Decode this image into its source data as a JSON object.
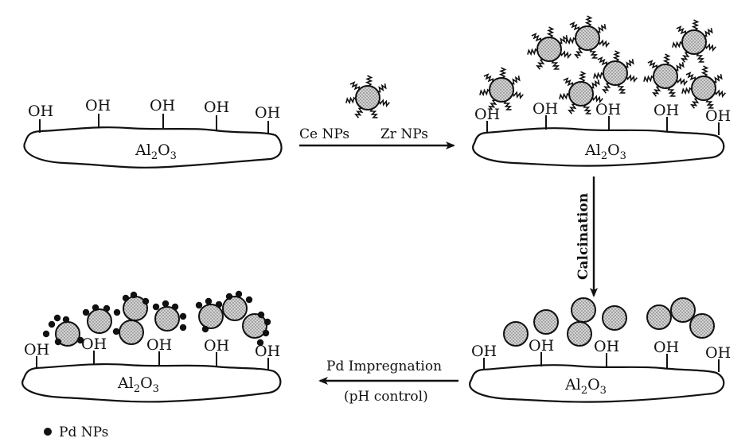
{
  "support": {
    "oh": "OH",
    "al": "Al",
    "al_sub": "2",
    "o": "O",
    "o_sub": "3"
  },
  "step1": {
    "left_label": "Ce NPs",
    "right_label": "Zr NPs"
  },
  "step2": {
    "label": "Calcination"
  },
  "step3": {
    "label_top": "Pd Impregnation",
    "label_bottom": "(pH control)"
  },
  "legend": {
    "pd": "Pd NPs"
  },
  "colors": {
    "line": "#111111",
    "particle_fill": "#cfcfcf",
    "pd_dot": "#111111",
    "background": "#ffffff"
  }
}
